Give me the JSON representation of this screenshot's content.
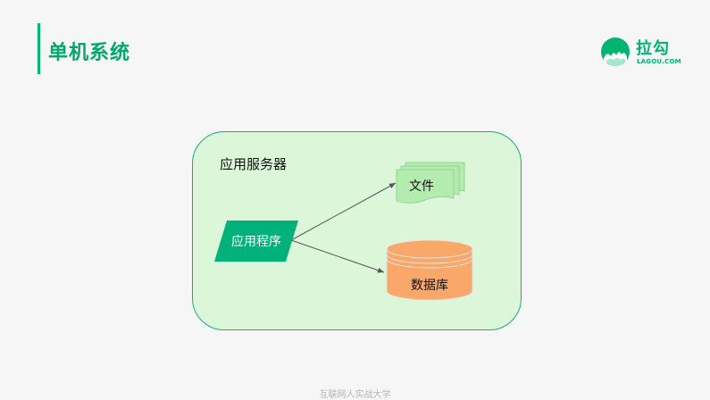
{
  "slide": {
    "title": "单机系统",
    "footer": "互联网人实战大学"
  },
  "logo": {
    "name": "拉勾",
    "subtitle": "LAGOU.COM"
  },
  "diagram": {
    "container_label": "应用服务器",
    "app_label": "应用程序",
    "file_label": "文件",
    "db_label": "数据库"
  },
  "colors": {
    "accent": "#00b572",
    "panel_fill": "#dcf6da",
    "panel_border": "#13b07c",
    "file_fill": "#b4ecb0",
    "db_fill": "#f9a86a"
  }
}
